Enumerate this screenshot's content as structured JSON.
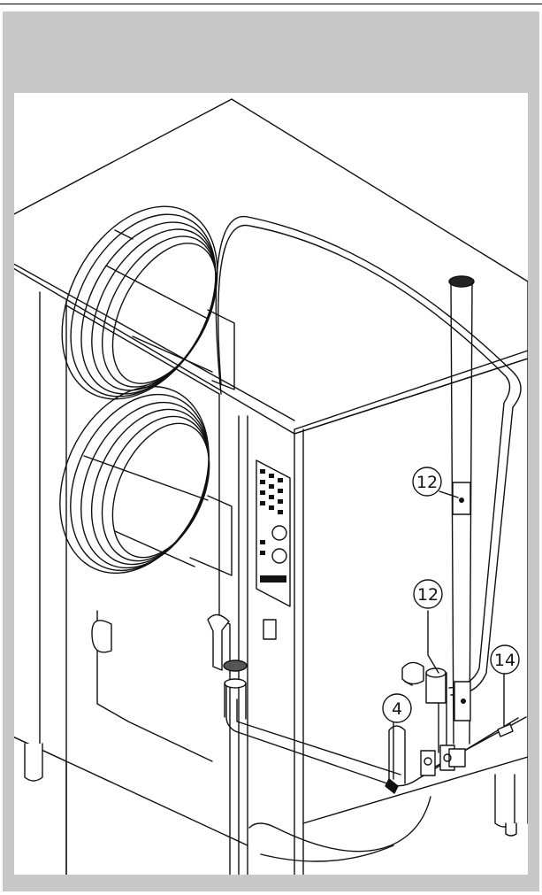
{
  "callouts": {
    "c1": "12",
    "c2": "12",
    "c3": "14",
    "c4": "4"
  },
  "colors": {
    "frame": "#c8c8c8",
    "line": "#111111",
    "surface": "#ffffff"
  }
}
